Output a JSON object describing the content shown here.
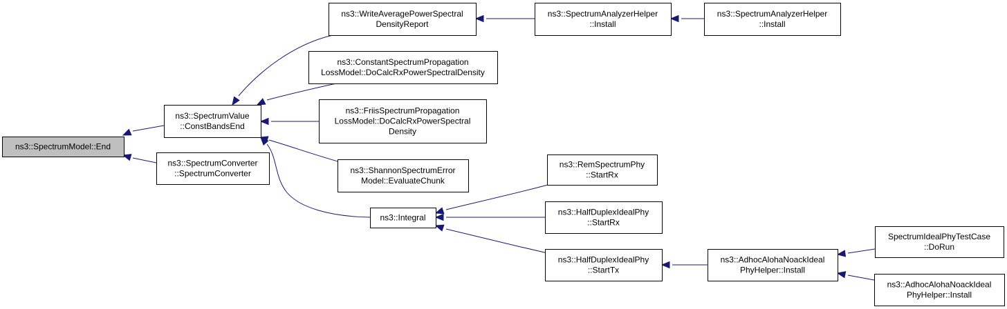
{
  "graph": {
    "nodes": [
      {
        "id": "end",
        "lines": [
          "ns3::SpectrumModel::End"
        ],
        "root": true
      },
      {
        "id": "cbe",
        "lines": [
          "ns3::SpectrumValue",
          "::ConstBandsEnd"
        ]
      },
      {
        "id": "sconv",
        "lines": [
          "ns3::SpectrumConverter",
          "::SpectrumConverter"
        ]
      },
      {
        "id": "wapsd",
        "lines": [
          "ns3::WriteAveragePowerSpectral",
          "DensityReport"
        ]
      },
      {
        "id": "const",
        "lines": [
          "ns3::ConstantSpectrumPropagation",
          "LossModel::DoCalcRxPowerSpectralDensity"
        ]
      },
      {
        "id": "friis",
        "lines": [
          "ns3::FriisSpectrumPropagation",
          "LossModel::DoCalcRxPowerSpectral",
          "Density"
        ]
      },
      {
        "id": "shannon",
        "lines": [
          "ns3::ShannonSpectrumError",
          "Model::EvaluateChunk"
        ]
      },
      {
        "id": "integral",
        "lines": [
          "ns3::Integral"
        ]
      },
      {
        "id": "sah1",
        "lines": [
          "ns3::SpectrumAnalyzerHelper",
          "::Install"
        ]
      },
      {
        "id": "sah2",
        "lines": [
          "ns3::SpectrumAnalyzerHelper",
          "::Install"
        ]
      },
      {
        "id": "rem",
        "lines": [
          "ns3::RemSpectrumPhy",
          "::StartRx"
        ]
      },
      {
        "id": "hdrx",
        "lines": [
          "ns3::HalfDuplexIdealPhy",
          "::StartRx"
        ]
      },
      {
        "id": "hdtx",
        "lines": [
          "ns3::HalfDuplexIdealPhy",
          "::StartTx"
        ]
      },
      {
        "id": "aloha1",
        "lines": [
          "ns3::AdhocAlohaNoackIdeal",
          "PhyHelper::Install"
        ]
      },
      {
        "id": "test",
        "lines": [
          "SpectrumIdealPhyTestCase",
          "::DoRun"
        ]
      },
      {
        "id": "aloha2",
        "lines": [
          "ns3::AdhocAlohaNoackIdeal",
          "PhyHelper::Install"
        ]
      }
    ],
    "edges": [
      {
        "from": "cbe",
        "to": "end"
      },
      {
        "from": "sconv",
        "to": "end"
      },
      {
        "from": "wapsd",
        "to": "cbe"
      },
      {
        "from": "const",
        "to": "cbe"
      },
      {
        "from": "friis",
        "to": "cbe"
      },
      {
        "from": "shannon",
        "to": "cbe"
      },
      {
        "from": "integral",
        "to": "cbe"
      },
      {
        "from": "sah1",
        "to": "wapsd"
      },
      {
        "from": "sah2",
        "to": "sah1"
      },
      {
        "from": "rem",
        "to": "integral"
      },
      {
        "from": "hdrx",
        "to": "integral"
      },
      {
        "from": "hdtx",
        "to": "integral"
      },
      {
        "from": "aloha1",
        "to": "hdtx"
      },
      {
        "from": "test",
        "to": "aloha1"
      },
      {
        "from": "aloha2",
        "to": "aloha1"
      }
    ],
    "colors": {
      "edge": "#191970",
      "root_fill": "#bfbfbf",
      "node_fill": "#ffffff",
      "node_border": "#000000"
    }
  }
}
